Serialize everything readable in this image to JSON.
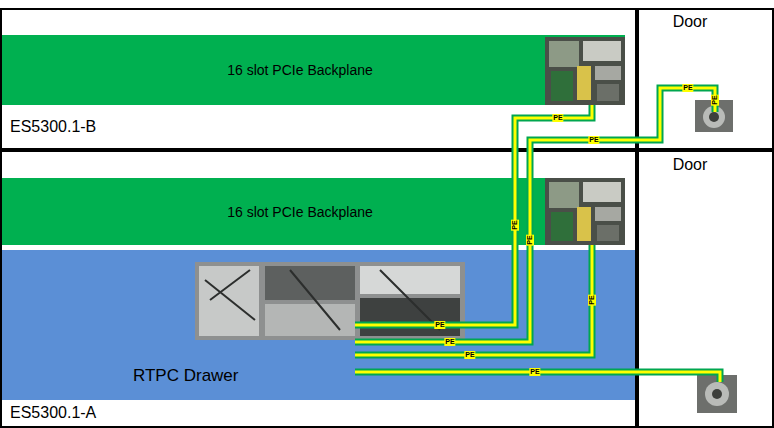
{
  "diagram": {
    "nodes": [
      {
        "text": [
          "ES5300.1-B"
        ]
      },
      {
        "text": [
          "16 slot PCIe Backplane"
        ],
        "in": 0
      },
      {
        "text": [
          "Door"
        ]
      },
      {
        "text": [
          "ES5300.1-A"
        ]
      },
      {
        "text": [
          "16 slot PCIe Backplane"
        ],
        "in": 3
      },
      {
        "text": [
          "RTPC Drawer"
        ],
        "in": 3
      },
      {
        "text": [
          "Door"
        ]
      }
    ],
    "edges": [
      {
        "from": 5,
        "to": 1,
        "arrow": "none",
        "label": "PE"
      },
      {
        "from": 5,
        "to": 2,
        "arrow": "none",
        "label": "PE"
      },
      {
        "from": 5,
        "to": 4,
        "arrow": "none",
        "label": "PE"
      },
      {
        "from": 5,
        "to": 6,
        "arrow": "none",
        "label": "PE"
      }
    ],
    "labels": [
      "PE",
      "PE",
      "PE",
      "PE",
      "PE",
      "PE",
      "PE"
    ]
  }
}
